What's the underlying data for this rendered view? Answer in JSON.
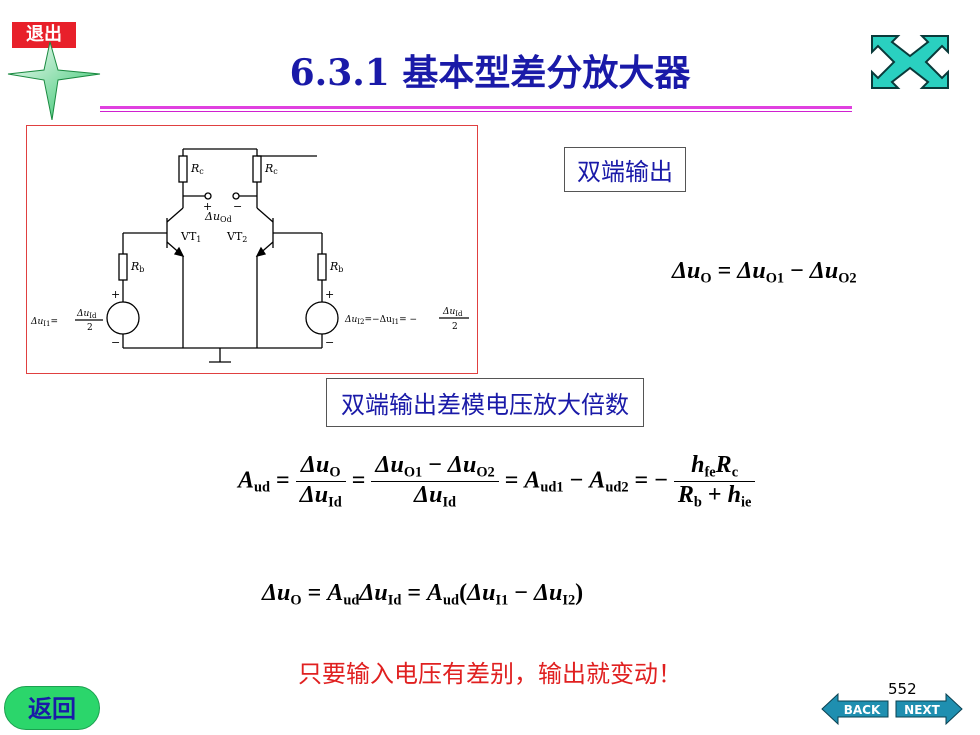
{
  "header": {
    "exit_label": "退出",
    "title": "6.3.1 基本型差分放大器"
  },
  "circuit": {
    "rc_left": "R",
    "rc_left_sub": "c",
    "rc_right": "R",
    "rc_right_sub": "c",
    "rb_left": "R",
    "rb_left_sub": "b",
    "rb_right": "R",
    "rb_right_sub": "b",
    "vt1": "VT",
    "vt1_sub": "1",
    "vt2": "VT",
    "vt2_sub": "2",
    "out_label": "Δu",
    "out_label_sub": "Od",
    "plus": "+",
    "minus": "−",
    "left_src_lhs": "Δu",
    "left_src_lhs_sub": "I1",
    "left_src_num": "Δu",
    "left_src_num_sub": "Id",
    "left_src_den": "2",
    "right_src_lhs": "Δu",
    "right_src_lhs_sub": "I2",
    "right_src_mid": "=−Δu",
    "right_src_mid_sub": "I1",
    "right_src_eq": "= −",
    "right_src_num": "Δu",
    "right_src_num_sub": "Id",
    "right_src_den": "2"
  },
  "section1": {
    "label": "双端输出",
    "equation": {
      "lhs": "Δu",
      "lhs_sub": "O",
      "eq": " = ",
      "t1": "Δu",
      "t1_sub": "O1",
      "minus": " − ",
      "t2": "Δu",
      "t2_sub": "O2"
    }
  },
  "section2": {
    "label": "双端输出差模电压放大倍数",
    "gain": {
      "A": "A",
      "A_sub": "ud",
      "eq": " = ",
      "f1_num": "Δu",
      "f1_num_sub": "O",
      "f1_den": "Δu",
      "f1_den_sub": "Id",
      "f2_num_a": "Δu",
      "f2_num_a_sub": "O1",
      "f2_minus": " − ",
      "f2_num_b": "Δu",
      "f2_num_b_sub": "O2",
      "f2_den": "Δu",
      "f2_den_sub": "Id",
      "a1": "A",
      "a1_sub": "ud1",
      "a_minus": " − ",
      "a2": "A",
      "a2_sub": "ud2",
      "eq_neg": " = −",
      "f3_num_h": "h",
      "f3_num_h_sub": "fe",
      "f3_num_r": "R",
      "f3_num_r_sub": "c",
      "f3_den_r": "R",
      "f3_den_r_sub": "b",
      "f3_plus": " + ",
      "f3_den_h": "h",
      "f3_den_h_sub": "ie"
    },
    "output": {
      "lhs": "Δu",
      "lhs_sub": "O",
      "eq": " = ",
      "a": "A",
      "a_sub": "ud",
      "du": "Δu",
      "du_sub": "Id",
      "eq2": " = ",
      "a2": "A",
      "a2_sub": "ud",
      "open": "(",
      "i1": "Δu",
      "i1_sub": "I1",
      "minus": " − ",
      "i2": "Δu",
      "i2_sub": "I2",
      "close": ")"
    }
  },
  "note": "只要输入电压有差别，输出就变动！",
  "footer": {
    "page_number": "552",
    "return_label": "返回",
    "back_label": "BACK",
    "next_label": "NEXT"
  },
  "colors": {
    "title": "#1a1aa8",
    "note": "#e02020",
    "exit_bg": "#e8202a",
    "return_bg": "#2bd66b",
    "rule": "#e040e0",
    "circuit_border": "#e04040"
  }
}
